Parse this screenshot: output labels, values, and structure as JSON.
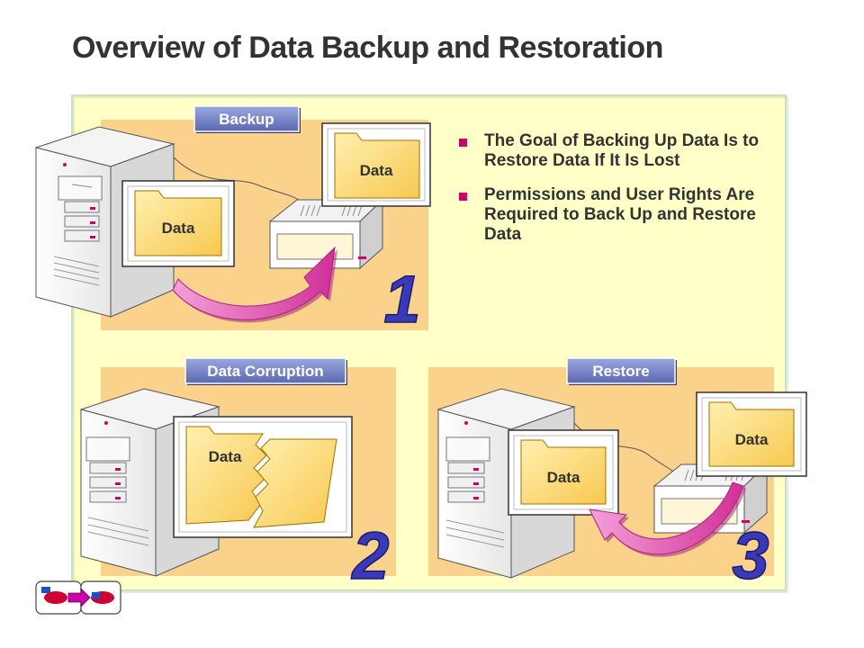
{
  "title": "Overview of Data Backup and Restoration",
  "panels": {
    "backup": {
      "label": "Backup",
      "step": "1",
      "data_labels": [
        "Data",
        "Data"
      ]
    },
    "corruption": {
      "label": "Data Corruption",
      "step": "2",
      "data_label": "Data"
    },
    "restore": {
      "label": "Restore",
      "step": "3",
      "data_labels": [
        "Data",
        "Data"
      ]
    }
  },
  "bullets": [
    "The Goal of Backing Up Data Is to Restore Data If It Is Lost",
    "Permissions and User Rights Are Required to Back Up and Restore Data"
  ],
  "colors": {
    "panel_bg": "#ffffc8",
    "panel_orange": "#fad28c",
    "label_button": "#7080c0",
    "accent_bullet": "#cc0066",
    "arrow_magenta": "#d040a0",
    "folder_fill": "#ffd870"
  },
  "icons": [
    "server-icon",
    "tape-drive-icon",
    "folder-icon",
    "curved-arrow-icon",
    "nav-buttons-icon"
  ]
}
